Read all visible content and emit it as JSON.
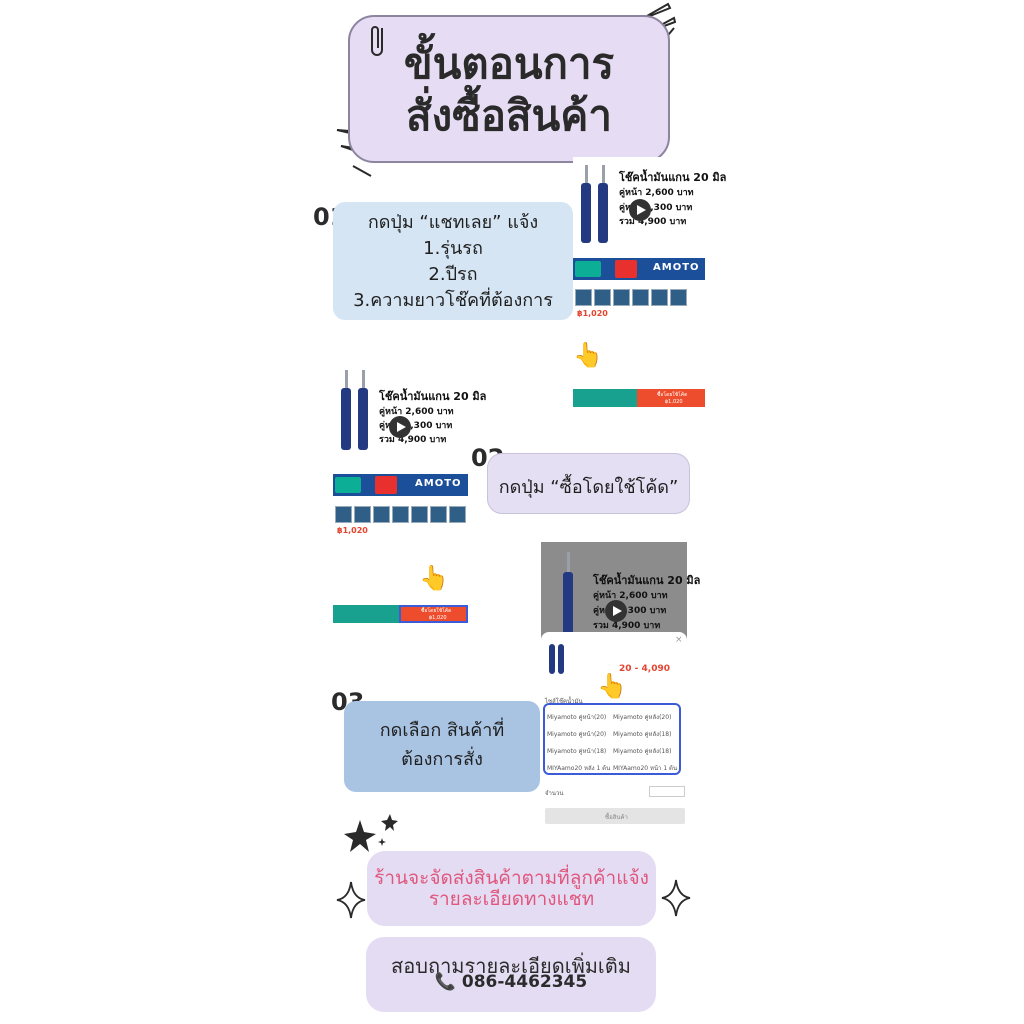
{
  "title": {
    "line1": "ขั้นตอนการ",
    "line2": "สั่งซื้อสินค้า"
  },
  "steps": [
    {
      "num": "01",
      "lines": [
        "กดปุ่ม “แชทเลย” แจ้ง",
        "1.รุ่นรถ",
        "2.ปีรถ",
        "3.ความยาวโช๊คที่ต้องการ"
      ]
    },
    {
      "num": "02",
      "lines": [
        "กดปุ่ม “ซื้อโดยใช้โค้ด”"
      ]
    },
    {
      "num": "03",
      "lines": [
        "กดเลือก สินค้าที่",
        "ต้องการสั่ง"
      ]
    }
  ],
  "product": {
    "name": "โช๊คน้ำมันแกน 20 มิล",
    "front": "คู่หน้า 2,600 บาท",
    "rear": "คู่หลัง 2,300 บาท",
    "total": "รวม 4,900 บาท",
    "brand": "AMOTO",
    "price": "฿1,020",
    "buy_code": "ซื้อโดยใช้โค้ด",
    "buy_price": "฿1,020",
    "price_range": "20 - 4,090",
    "variant_header": "ไซส์โช๊คน้ำมัน",
    "variants": [
      "Miyamoto คู่หน้า(20)",
      "Miyamoto คู่หลัง(20)",
      "Miyamoto คู่หน้า(20)",
      "Miyamoto คู่หลัง(18)",
      "Miyamoto คู่หน้า(18)",
      "Miyamoto คู่หลัง(18)",
      "MIYAamo20 หลัง 1 ต้น",
      "MIYAamo20 หน้า 1 ต้น"
    ],
    "qty_label": "จำนวน",
    "confirm": "ซื้อสินค้า"
  },
  "info": {
    "line1": "ร้านจะจัดส่งสินค้าตามที่ลูกค้าแจ้ง",
    "line2": "รายละเอียดทางแชท"
  },
  "contact": {
    "title": "สอบถามรายละเอียดเพิ่มเติม",
    "phone": "086-4462345",
    "phone_icon": "telephone-icon"
  },
  "colors": {
    "title_bg": "#e6dcf3",
    "step1_bg": "#d5e5f3",
    "step2_bg": "#e4dff3",
    "step3_bg": "#a9c4e3",
    "info_text": "#e0577d",
    "shopee_orange": "#ee4d2d",
    "teal": "#18a18f"
  }
}
